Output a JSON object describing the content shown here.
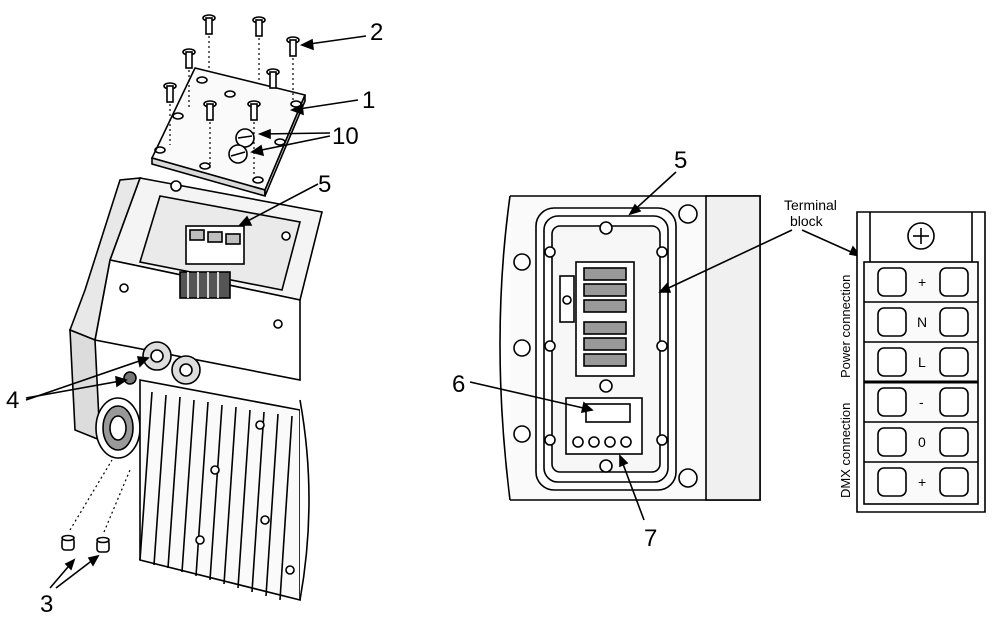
{
  "callouts": {
    "n1": "1",
    "n2": "2",
    "n3": "3",
    "n4": "4",
    "n5_left": "5",
    "n10": "10",
    "n5_right": "5",
    "n6": "6",
    "n7": "7"
  },
  "terminal_block_label": [
    "Terminal",
    "block"
  ],
  "terminal_marks": [
    "+",
    "N",
    "L",
    "-",
    "0",
    "+"
  ],
  "side_labels": {
    "power": "Power connection",
    "dmx": "DMX connection"
  },
  "colors": {
    "line": "#000000",
    "fill_light": "#f2f2f2",
    "fill_dark": "#bfbfbf",
    "background": "#ffffff"
  }
}
